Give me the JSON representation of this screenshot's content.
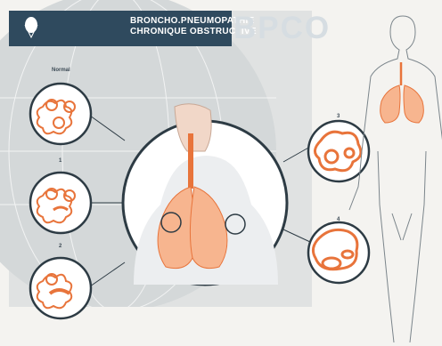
{
  "header": {
    "brand_text": "",
    "title_line_1": "BRONCHO.PNEUMOPATHIE",
    "title_line_2": "CHRONIQUE OBSTRUCTIVE",
    "acronym": "BPCO"
  },
  "stages": {
    "normal": "Normal",
    "stage_1": "1",
    "stage_2": "2",
    "stage_3": "3",
    "stage_4": "4"
  },
  "colors": {
    "header_band": "#2f4a5e",
    "airway_orange": "#e8743b",
    "circle_border": "#2d3b44",
    "background_gray": "#d9dcdc"
  }
}
